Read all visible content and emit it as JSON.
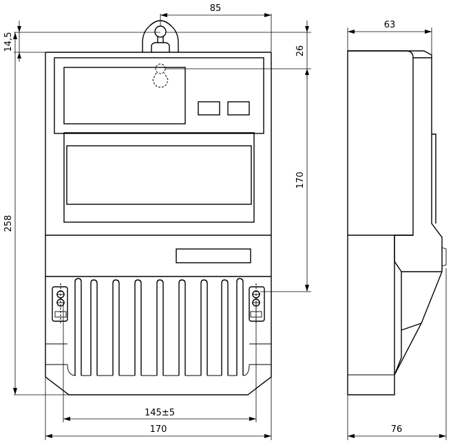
{
  "dimensions": {
    "top_width": "85",
    "top_offset": "14,5",
    "hook_offset": "26",
    "mount_height": "170",
    "total_height": "258",
    "mount_span": "145±5",
    "front_width": "170",
    "side_top_depth": "63",
    "side_bottom_depth": "76"
  }
}
